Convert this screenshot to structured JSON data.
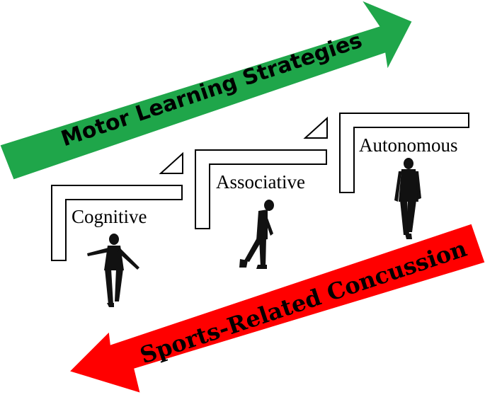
{
  "top_arrow": {
    "label": "Motor Learning Strategies",
    "fill": "#1fa64a",
    "text_color": "#000000"
  },
  "bottom_arrow": {
    "label": "Sports-Related Concussion",
    "fill": "#ff0000",
    "text_color": "#000000"
  },
  "stages": [
    {
      "label": "Cognitive"
    },
    {
      "label": "Associative"
    },
    {
      "label": "Autonomous"
    }
  ],
  "colors": {
    "outline": "#000000",
    "silhouette": "#111111",
    "step_fill": "#ffffff"
  }
}
